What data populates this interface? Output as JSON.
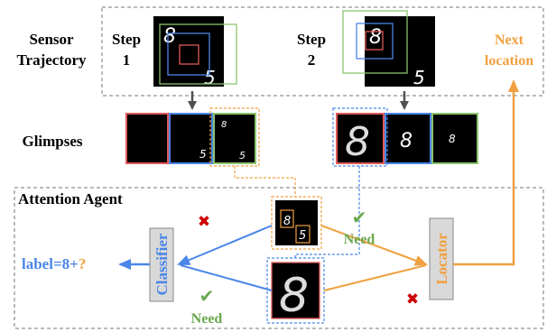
{
  "sensor_section": {
    "title_line1": "Sensor",
    "title_line2": "Trajectory",
    "step1_line1": "Step",
    "step1_line2": "1",
    "step2_line1": "Step",
    "step2_line2": "2",
    "next_line1": "Next",
    "next_line2": "location"
  },
  "glimpses_label": "Glimpses",
  "attention_section": {
    "title": "Attention Agent",
    "classifier": "Classifier",
    "locator": "Locator",
    "need_top": "Need",
    "need_bottom": "Need",
    "label_prefix": "label=8+",
    "label_suffix": "?"
  },
  "digits": {
    "primary": "8",
    "secondary": "5"
  },
  "colors": {
    "red": "#e05a5a",
    "blue": "#4a86e8",
    "green": "#8cc36e",
    "orange": "#f0a040",
    "check_green": "#6aa84f",
    "cross_red": "#cc0000",
    "box_gray": "#d9d9d9"
  }
}
